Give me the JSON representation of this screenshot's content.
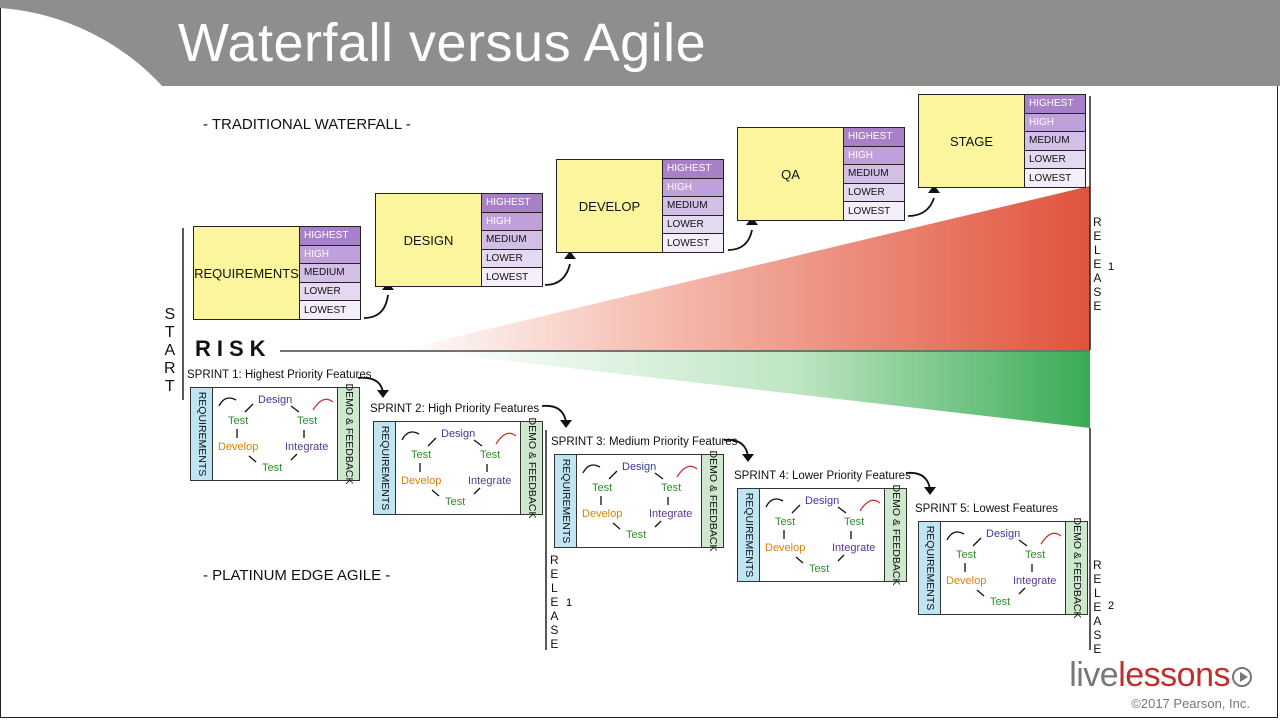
{
  "title": "Waterfall versus Agile",
  "waterfall_label": "- TRADITIONAL WATERFALL -",
  "agile_label": "- PLATINUM EDGE AGILE -",
  "risk_label": "RISK",
  "start_label": [
    "S",
    "T",
    "A",
    "R",
    "T"
  ],
  "release1_label": {
    "letters": [
      "R",
      "E",
      "L",
      "E",
      "A",
      "S",
      "E"
    ],
    "number": "1"
  },
  "release2_label": {
    "letters": [
      "R",
      "E",
      "L",
      "E",
      "A",
      "S",
      "E"
    ],
    "number": "2"
  },
  "waterfall_phases": [
    {
      "name": "REQUIREMENTS",
      "priorities": [
        "HIGHEST",
        "HIGH",
        "MEDIUM",
        "LOWER",
        "LOWEST"
      ]
    },
    {
      "name": "DESIGN",
      "priorities": [
        "HIGHEST",
        "HIGH",
        "MEDIUM",
        "LOWER",
        "LOWEST"
      ]
    },
    {
      "name": "DEVELOP",
      "priorities": [
        "HIGHEST",
        "HIGH",
        "MEDIUM",
        "LOWER",
        "LOWEST"
      ]
    },
    {
      "name": "QA",
      "priorities": [
        "HIGHEST",
        "HIGH",
        "MEDIUM",
        "LOWER",
        "LOWEST"
      ]
    },
    {
      "name": "STAGE",
      "priorities": [
        "HIGHEST",
        "HIGH",
        "MEDIUM",
        "LOWER",
        "LOWEST"
      ]
    }
  ],
  "sprints": [
    {
      "title": "SPRINT 1: Highest Priority Features"
    },
    {
      "title": "SPRINT 2: High Priority Features"
    },
    {
      "title": "SPRINT 3: Medium Priority Features"
    },
    {
      "title": "SPRINT 4: Lower Priority Features"
    },
    {
      "title": "SPRINT 5: Lowest Features"
    }
  ],
  "sprint_bars": {
    "left": "REQUIREMENTS",
    "right": "DEMO & FEEDBACK"
  },
  "cycle": {
    "design": "Design",
    "test": "Test",
    "develop": "Develop",
    "integrate": "Integrate"
  },
  "colors": {
    "risk_high": "#e05a45",
    "risk_low": "#3fae5a",
    "title_bar": "#8e8e8e",
    "highest": "#a880c8",
    "phase_fill": "#fbf59e"
  },
  "logo": {
    "part1": "live",
    "part2": "lessons"
  },
  "copyright": "©2017 Pearson, Inc."
}
